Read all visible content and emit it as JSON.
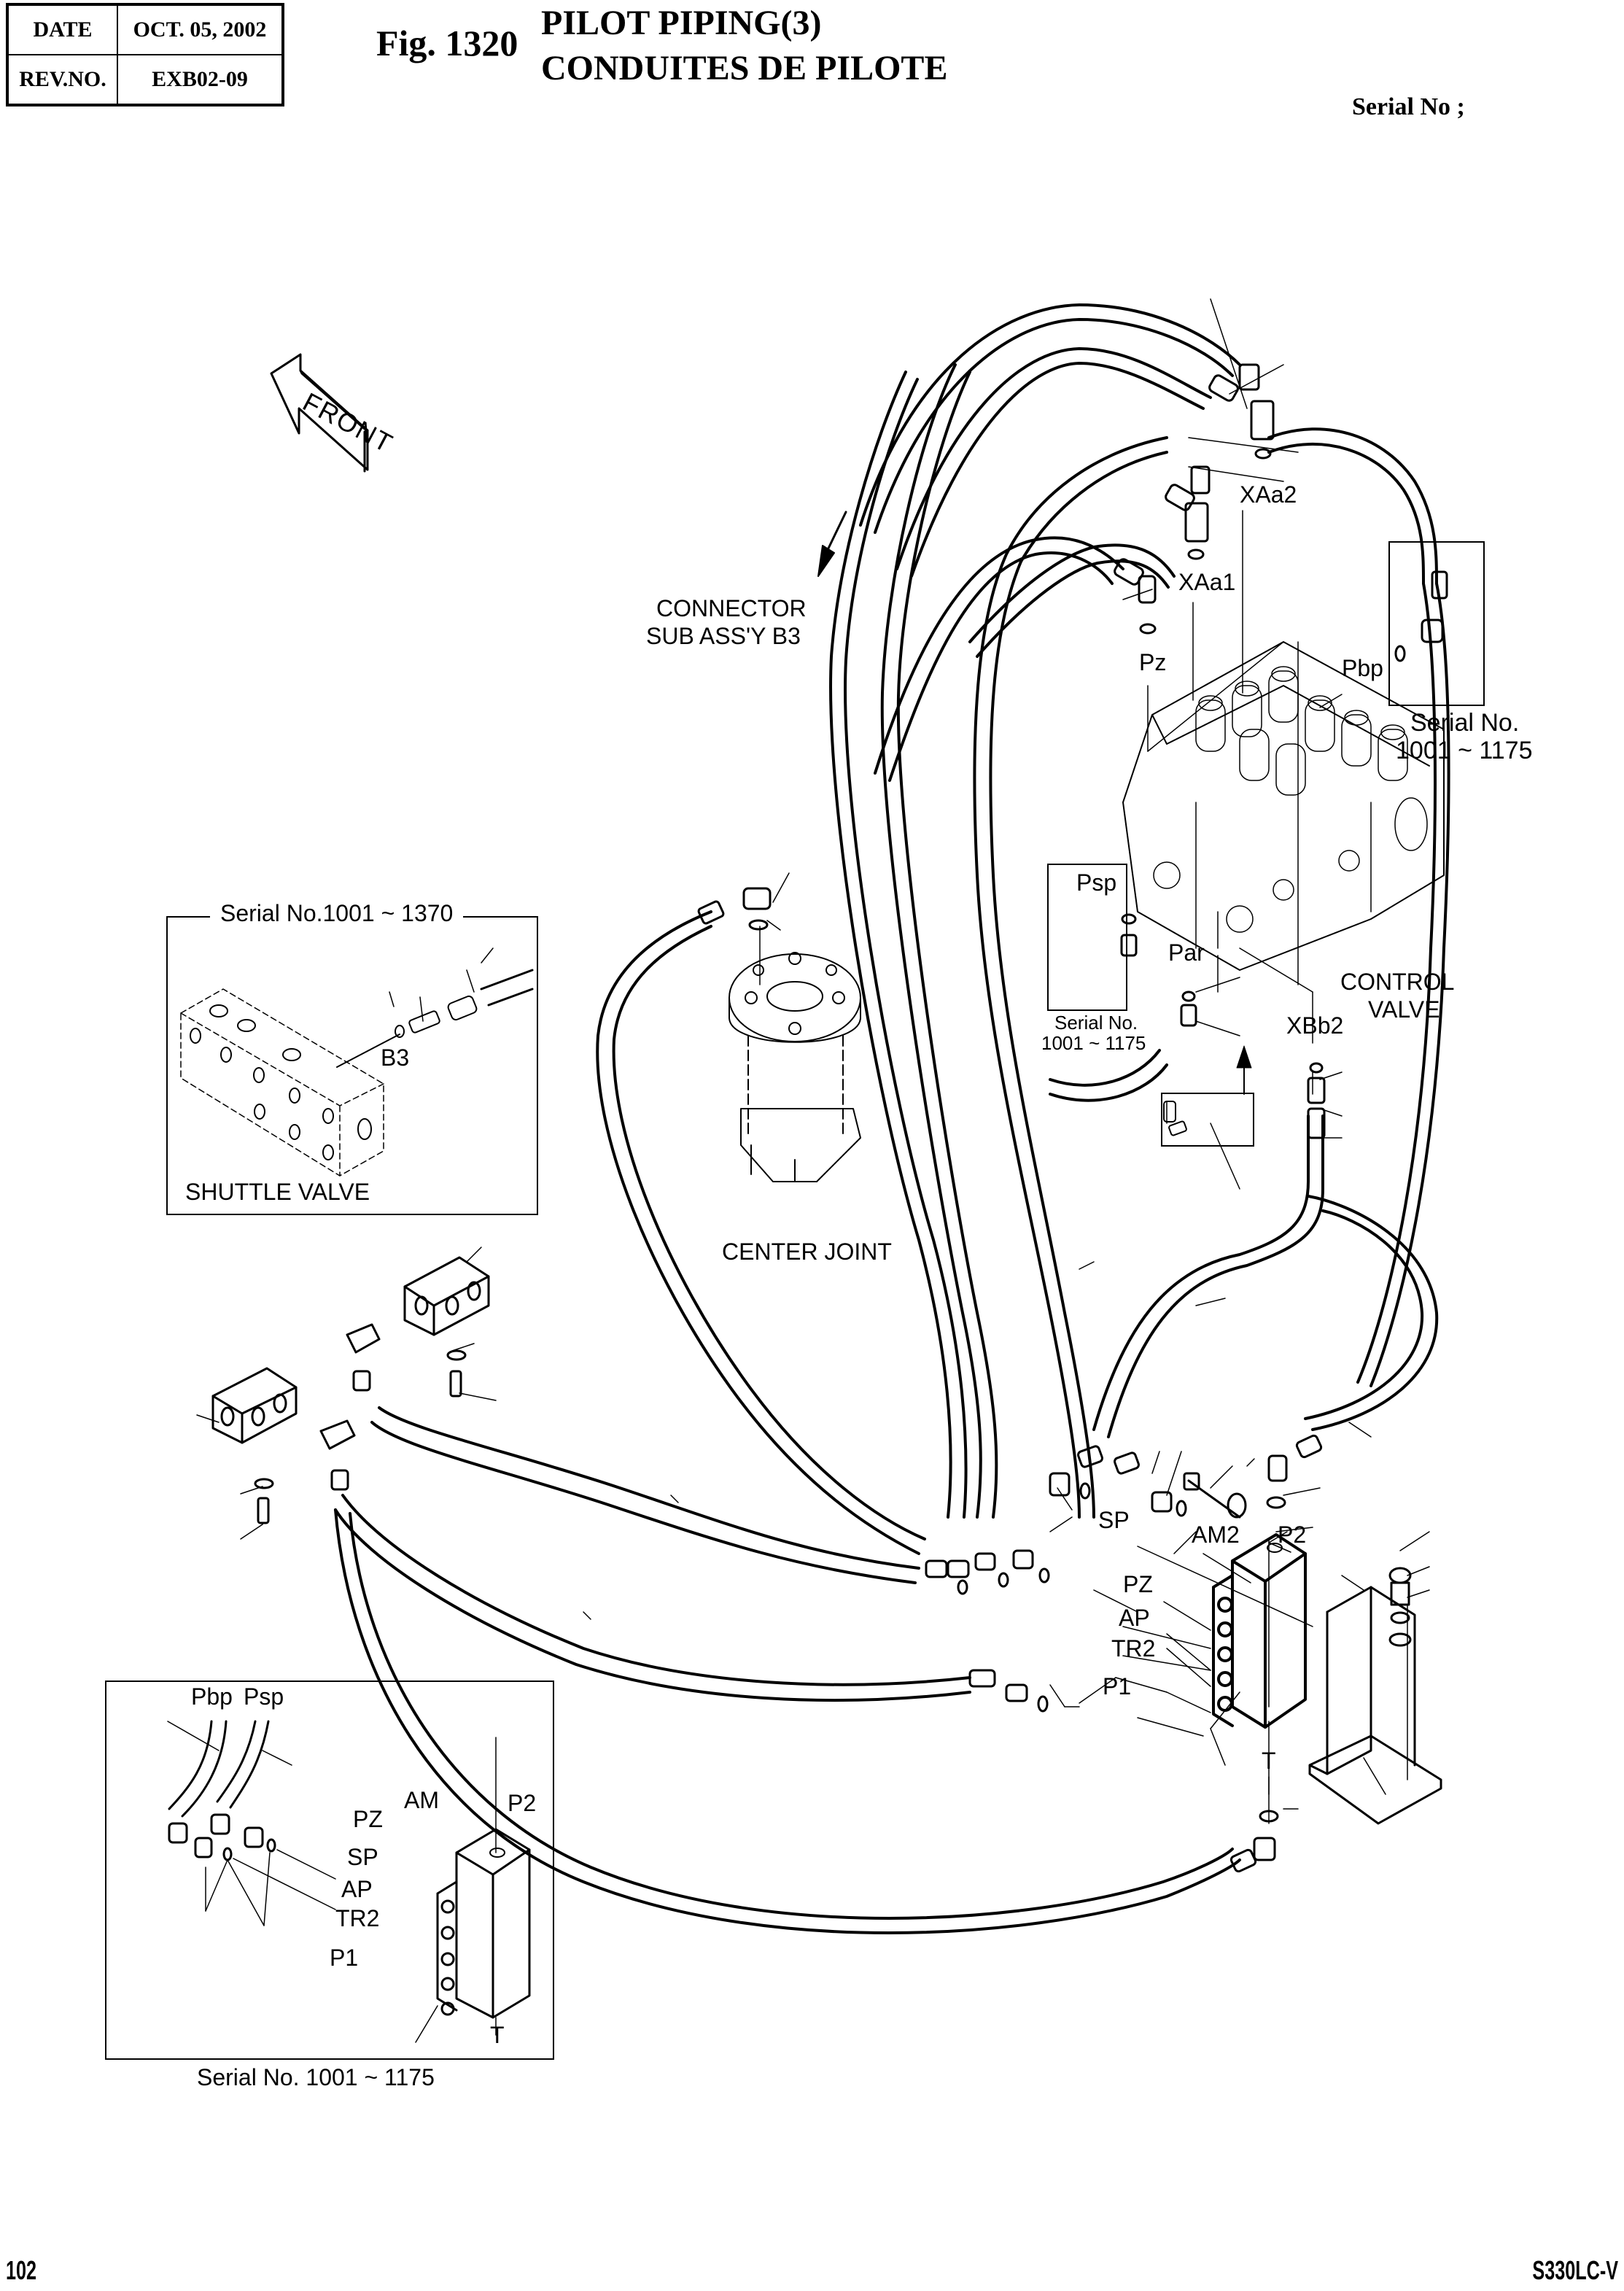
{
  "header": {
    "date_label": "DATE",
    "date_value": "OCT. 05, 2002",
    "rev_label": "REV.NO.",
    "rev_value": "EXB02-09",
    "figure_number": "Fig. 1320",
    "title_en": "PILOT PIPING(3)",
    "title_fr": "CONDUITES DE PILOTE",
    "serial_label": "Serial No ;"
  },
  "diagram": {
    "front_arrow": "FRONT",
    "connector_line1": "CONNECTOR",
    "connector_line2": "SUB ASS'Y   B3",
    "port_labels": {
      "xaa2": "XAa2",
      "xaa1": "XAa1",
      "pz": "Pz",
      "pbp": "Pbp",
      "psp": "Psp",
      "par": "Par",
      "xbb2": "XBb2",
      "b3": "B3",
      "sp": "SP",
      "am2": "AM2",
      "p2": "P2",
      "pz_block": "PZ",
      "ap": "AP",
      "tr2": "TR2",
      "p1": "P1",
      "t": "T"
    },
    "component_labels": {
      "control_valve_line1": "CONTROL",
      "control_valve_line2": "VALVE",
      "center_joint": "CENTER JOINT",
      "shuttle_valve": "SHUTTLE VALVE"
    },
    "insets": {
      "pbp_serial_line1": "Serial No.",
      "pbp_serial_line2": "1001 ~ 1175",
      "psp_serial_line1": "Serial No.",
      "psp_serial_line2": "1001 ~ 1175",
      "shuttle_serial": "Serial No.1001 ~ 1370",
      "block_serial": "Serial No. 1001 ~ 1175",
      "block_labels": {
        "pbp": "Pbp",
        "psp": "Psp",
        "am": "AM",
        "p2": "P2",
        "pz": "PZ",
        "sp": "SP",
        "ap": "AP",
        "tr2": "TR2",
        "p1": "P1",
        "t": "T"
      }
    }
  },
  "footer": {
    "page_number": "102",
    "model": "S330LC-V"
  }
}
